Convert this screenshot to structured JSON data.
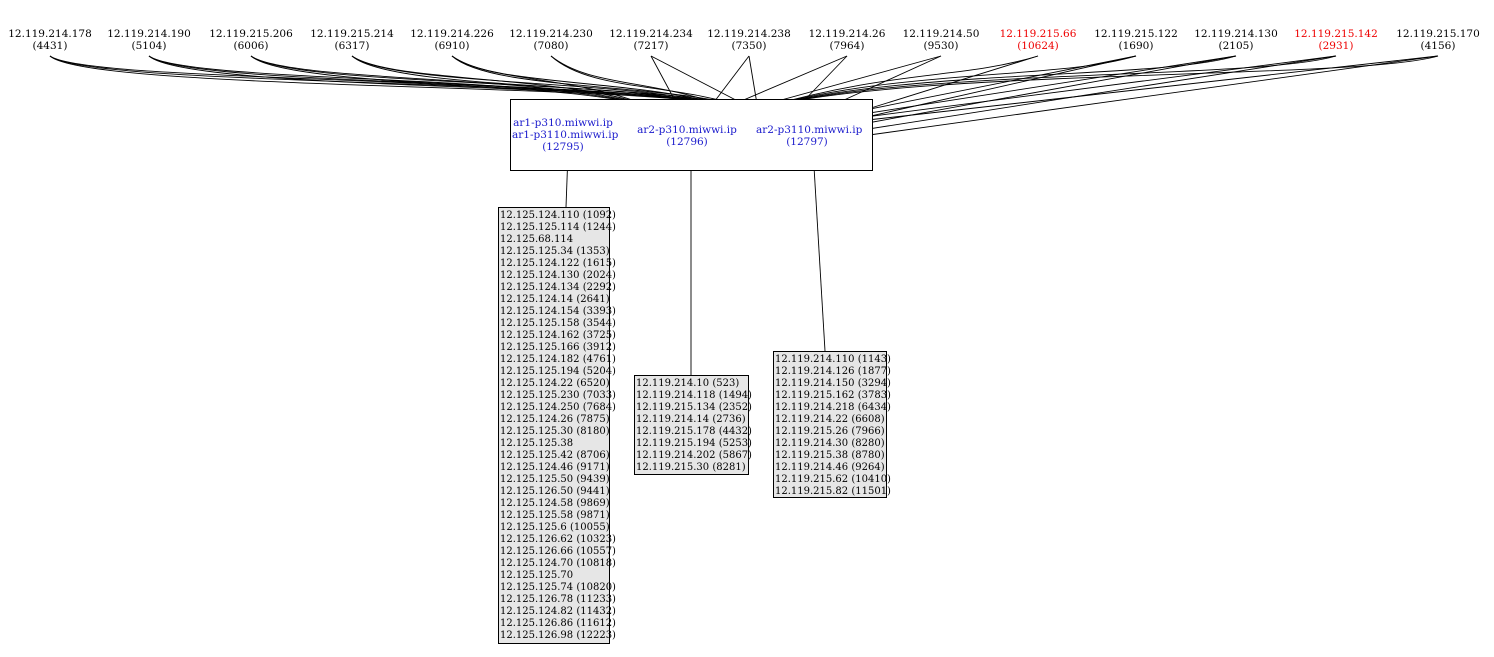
{
  "top_nodes": [
    {
      "ip": "12.119.214.178",
      "id": "(4431)",
      "red": false
    },
    {
      "ip": "12.119.214.190",
      "id": "(5104)",
      "red": false
    },
    {
      "ip": "12.119.215.206",
      "id": "(6006)",
      "red": false
    },
    {
      "ip": "12.119.215.214",
      "id": "(6317)",
      "red": false
    },
    {
      "ip": "12.119.214.226",
      "id": "(6910)",
      "red": false
    },
    {
      "ip": "12.119.214.230",
      "id": "(7080)",
      "red": false
    },
    {
      "ip": "12.119.214.234",
      "id": "(7217)",
      "red": false
    },
    {
      "ip": "12.119.214.238",
      "id": "(7350)",
      "red": false
    },
    {
      "ip": "12.119.214.26",
      "id": "(7964)",
      "red": false
    },
    {
      "ip": "12.119.214.50",
      "id": "(9530)",
      "red": false
    },
    {
      "ip": "12.119.215.66",
      "id": "(10624)",
      "red": true
    },
    {
      "ip": "12.119.215.122",
      "id": "(1690)",
      "red": false
    },
    {
      "ip": "12.119.214.130",
      "id": "(2105)",
      "red": false
    },
    {
      "ip": "12.119.215.142",
      "id": "(2931)",
      "red": true
    },
    {
      "ip": "12.119.215.170",
      "id": "(4156)",
      "red": false
    }
  ],
  "routers": [
    {
      "name_1": "ar1-p310.miwwi.ip",
      "name_2": "ar1-p3110.miwwi.ip",
      "id": "(12795)"
    },
    {
      "name_1": "ar2-p310.miwwi.ip",
      "name_2": "",
      "id": "(12796)"
    },
    {
      "name_1": "ar2-p3110.miwwi.ip",
      "name_2": "",
      "id": "(12797)"
    }
  ],
  "lists": [
    {
      "rows": [
        "12.125.124.110 (1092)",
        "12.125.125.114 (1244)",
        "12.125.68.114",
        "12.125.125.34 (1353)",
        "12.125.124.122 (1615)",
        "12.125.124.130 (2024)",
        "12.125.124.134 (2292)",
        "12.125.124.14 (2641)",
        "12.125.124.154 (3393)",
        "12.125.125.158 (3544)",
        "12.125.124.162 (3725)",
        "12.125.125.166 (3912)",
        "12.125.124.182 (4761)",
        "12.125.125.194 (5204)",
        "12.125.124.22 (6520)",
        "12.125.125.230 (7033)",
        "12.125.124.250 (7684)",
        "12.125.124.26 (7875)",
        "12.125.125.30 (8180)",
        "12.125.125.38",
        "12.125.125.42 (8706)",
        "12.125.124.46 (9171)",
        "12.125.125.50 (9439)",
        "12.125.126.50 (9441)",
        "12.125.124.58 (9869)",
        "12.125.125.58 (9871)",
        "12.125.125.6 (10055)",
        "12.125.126.62 (10323)",
        "12.125.126.66 (10557)",
        "12.125.124.70 (10818)",
        "12.125.125.70",
        "12.125.125.74 (10820)",
        "12.125.126.78 (11233)",
        "12.125.124.82 (11432)",
        "12.125.126.86 (11612)",
        "12.125.126.98 (12223)"
      ]
    },
    {
      "rows": [
        "12.119.214.10 (523)",
        "12.119.214.118 (1494)",
        "12.119.215.134 (2352)",
        "12.119.214.14 (2736)",
        "12.119.215.178 (4432)",
        "12.119.215.194 (5253)",
        "12.119.214.202 (5867)",
        "12.119.215.30 (8281)"
      ]
    },
    {
      "rows": [
        "12.119.214.110 (1143)",
        "12.119.214.126 (1877)",
        "12.119.214.150 (3294)",
        "12.119.215.162 (3783)",
        "12.119.214.218 (6434)",
        "12.119.214.22 (6608)",
        "12.119.215.26 (7966)",
        "12.119.214.30 (8280)",
        "12.119.215.38 (8780)",
        "12.119.214.46 (9264)",
        "12.119.215.62 (10410)",
        "12.119.215.82 (11501)"
      ]
    }
  ],
  "colors": {
    "red_node": "#ee0000",
    "router_text": "#1a1acc",
    "list_fill": "#e6e6e6",
    "line": "#000000"
  }
}
